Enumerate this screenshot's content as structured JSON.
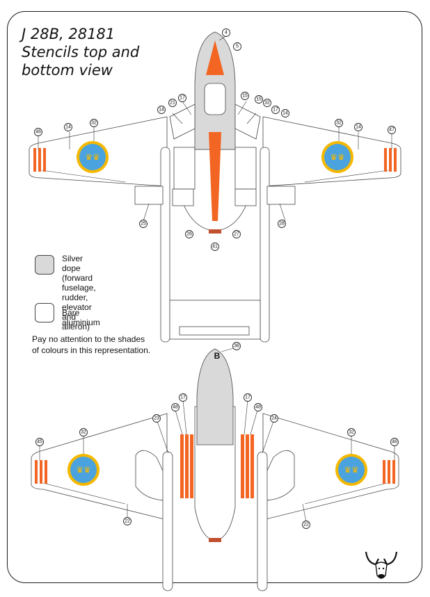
{
  "title": {
    "line1": "J 28B, 28181",
    "line2": "Stencils top and",
    "line3": "bottom view"
  },
  "legend": {
    "silver_label": "Silver dope\n(forward fuselage,\nrudder, elevator\nand aileron)",
    "silver_color": "#d9d9d9",
    "bare_label": "Bare aluminium",
    "bare_color": "#ffffff"
  },
  "note": "Pay no attention to the shades\nof colours in this representation.",
  "colors": {
    "orange": "#f26522",
    "roundel_blue": "#4aa3df",
    "roundel_yellow": "#f5b800",
    "outline": "#444444"
  },
  "top_view": {
    "callouts": [
      "4",
      "5",
      "17",
      "21",
      "14",
      "15",
      "15",
      "32",
      "17",
      "14",
      "46",
      "14",
      "32",
      "32",
      "14",
      "47",
      "25",
      "26",
      "27",
      "28",
      "41"
    ]
  },
  "bottom_view": {
    "code_letter": "B",
    "callouts": [
      "36",
      "17",
      "17",
      "48",
      "48",
      "23",
      "24",
      "45",
      "32",
      "32",
      "46",
      "22",
      "22"
    ]
  },
  "logo": "moose-logo"
}
